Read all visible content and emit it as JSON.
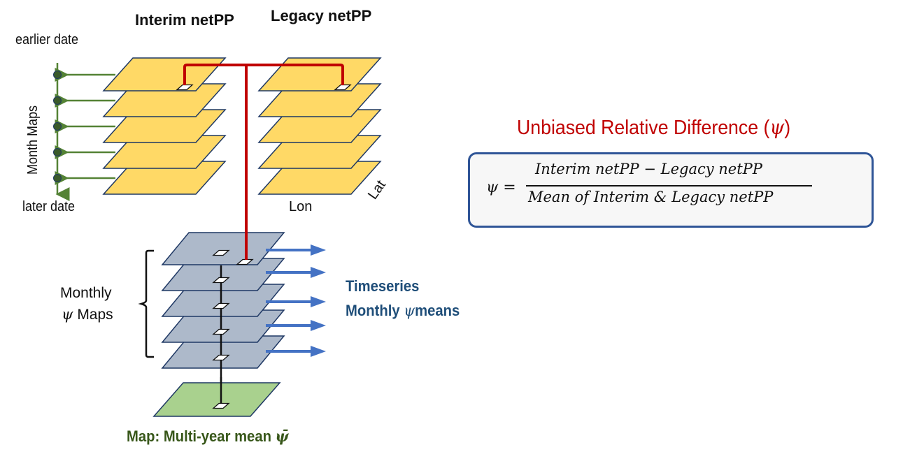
{
  "headers": {
    "interim": "Interim netPP",
    "legacy": "Legacy netPP"
  },
  "timeline": {
    "top_label": "earlier date",
    "bottom_label": "later date",
    "axis_label": "Month Maps",
    "months_count": 5
  },
  "axes": {
    "lon": "Lon",
    "lat": "Lat"
  },
  "monthly_maps": {
    "label_line1": "Monthly",
    "label_line2_symbol": "ψ",
    "label_line2_text": "Maps"
  },
  "timeseries": {
    "line1": "Timeseries",
    "line2_text": "Monthly",
    "line2_symbol": "ψ",
    "line2_suffix": "means"
  },
  "multi_year": {
    "caption_text": "Map: Multi-year mean",
    "caption_symbol": "ψ̄"
  },
  "formula": {
    "title_text": "Unbiased Relative Difference (",
    "title_symbol": "ψ",
    "title_close": ")",
    "lhs": "ψ =",
    "numerator": "Interim netPP − Legacy netPP",
    "denominator": "Mean of Interim & Legacy netPP"
  },
  "colors": {
    "yellow_plate": "#ffd966",
    "blue_plate": "#adb9ca",
    "green_plate": "#a9d18e",
    "plate_edge": "#1f3864",
    "red_link": "#c00000",
    "blue_arrow": "#4472c4",
    "green_timeline": "#548235",
    "green_dot": "#3a5a2a"
  }
}
